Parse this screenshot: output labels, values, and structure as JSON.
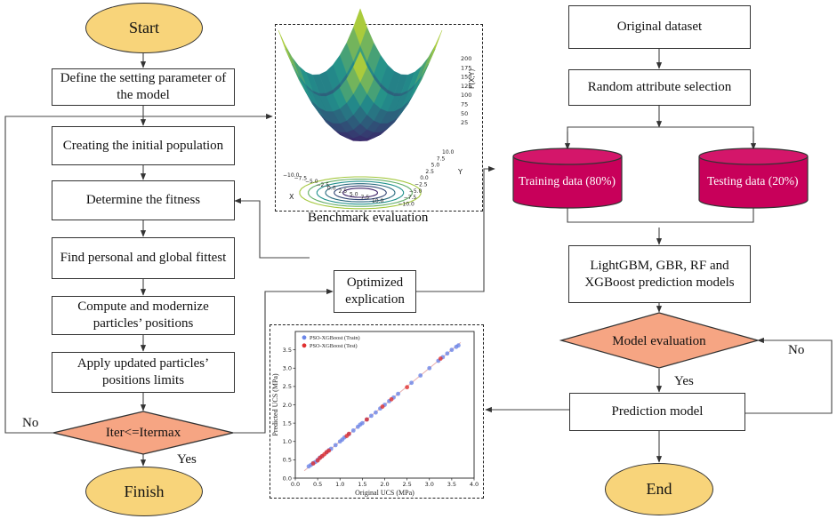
{
  "left_flow": {
    "start": "Start",
    "steps": [
      "Define the setting parameter of the model",
      "Creating the initial population",
      "Determine the fitness",
      "Find personal and global fittest",
      "Compute and modernize particles’ positions",
      "Apply updated particles’ positions limits"
    ],
    "decision": "Iter<=Itermax",
    "no_label": "No",
    "yes_label": "Yes",
    "finish": "Finish"
  },
  "middle": {
    "benchmark_caption": "Benchmark evaluation",
    "optimized_box": "Optimized explication"
  },
  "surface_plot": {
    "zlabel": "F(X,Y)",
    "xlabel": "X",
    "ylabel": "Y",
    "z_ticks": [
      "200",
      "175",
      "150",
      "125",
      "100",
      "75",
      "50",
      "25"
    ],
    "x_ticks": [
      "−10.0",
      "−7.5",
      "−5.0",
      "−2.5",
      "0.0",
      "2.5",
      "5.0",
      "7.5",
      "10.0"
    ],
    "y_ticks": [
      "10.0",
      "7.5",
      "5.0",
      "2.5",
      "0.0",
      "−2.5",
      "−5.0",
      "−7.5",
      "−10.0"
    ],
    "colors": {
      "low": "#3b1f66",
      "mid": "#21918c",
      "high": "#e6e419"
    }
  },
  "right_flow": {
    "original_dataset": "Original dataset",
    "attribute_selection": "Random attribute selection",
    "training": "Training data (80%)",
    "testing": "Testing data (20%)",
    "models": "LightGBM, GBR, RF and XGBoost prediction models",
    "evaluation": "Model evaluation",
    "no_label": "No",
    "yes_label": "Yes",
    "prediction": "Prediction model",
    "end": "End"
  },
  "colors": {
    "oval_fill": "#f8d47a",
    "diamond_fill": "#f6a583",
    "cylinder_fill": "#c8005a",
    "panel_fill": "#f9ead0"
  },
  "chart_data": {
    "type": "scatter",
    "xlabel": "Original UCS (MPa)",
    "ylabel": "Predicted UCS (MPa)",
    "xlim": [
      0.0,
      4.0
    ],
    "ylim": [
      0.0,
      4.0
    ],
    "x_ticks": [
      "0.0",
      "0.5",
      "1.0",
      "1.5",
      "2.0",
      "2.5",
      "3.0",
      "3.5",
      "4.0"
    ],
    "y_ticks": [
      "0.0",
      "0.5",
      "1.0",
      "1.5",
      "2.0",
      "2.5",
      "3.0",
      "3.5"
    ],
    "legend_position": "top-left",
    "series": [
      {
        "name": "PSO-XGBoost (Train)",
        "color": "#6b86e8",
        "x": [
          0.3,
          0.35,
          0.4,
          0.45,
          0.5,
          0.55,
          0.6,
          0.7,
          0.75,
          0.8,
          0.9,
          1.0,
          1.05,
          1.1,
          1.2,
          1.3,
          1.4,
          1.45,
          1.5,
          1.6,
          1.7,
          1.8,
          1.9,
          2.0,
          2.1,
          2.2,
          2.3,
          2.6,
          2.8,
          3.0,
          3.2,
          3.3,
          3.4,
          3.5,
          3.6,
          3.65
        ],
        "y": [
          0.32,
          0.36,
          0.41,
          0.44,
          0.5,
          0.56,
          0.6,
          0.7,
          0.76,
          0.8,
          0.9,
          1.0,
          1.05,
          1.11,
          1.2,
          1.3,
          1.4,
          1.46,
          1.5,
          1.6,
          1.7,
          1.79,
          1.9,
          2.0,
          2.1,
          2.2,
          2.3,
          2.6,
          2.8,
          3.0,
          3.2,
          3.3,
          3.4,
          3.5,
          3.58,
          3.62
        ]
      },
      {
        "name": "PSO-XGBoost (Test)",
        "color": "#e03030",
        "x": [
          0.4,
          0.5,
          0.55,
          0.6,
          0.65,
          0.7,
          0.75,
          1.15,
          1.2,
          1.6,
          1.95,
          2.15,
          2.5,
          3.25
        ],
        "y": [
          0.4,
          0.48,
          0.55,
          0.6,
          0.65,
          0.71,
          0.75,
          1.15,
          1.21,
          1.6,
          1.95,
          2.15,
          2.48,
          3.26
        ]
      }
    ]
  }
}
